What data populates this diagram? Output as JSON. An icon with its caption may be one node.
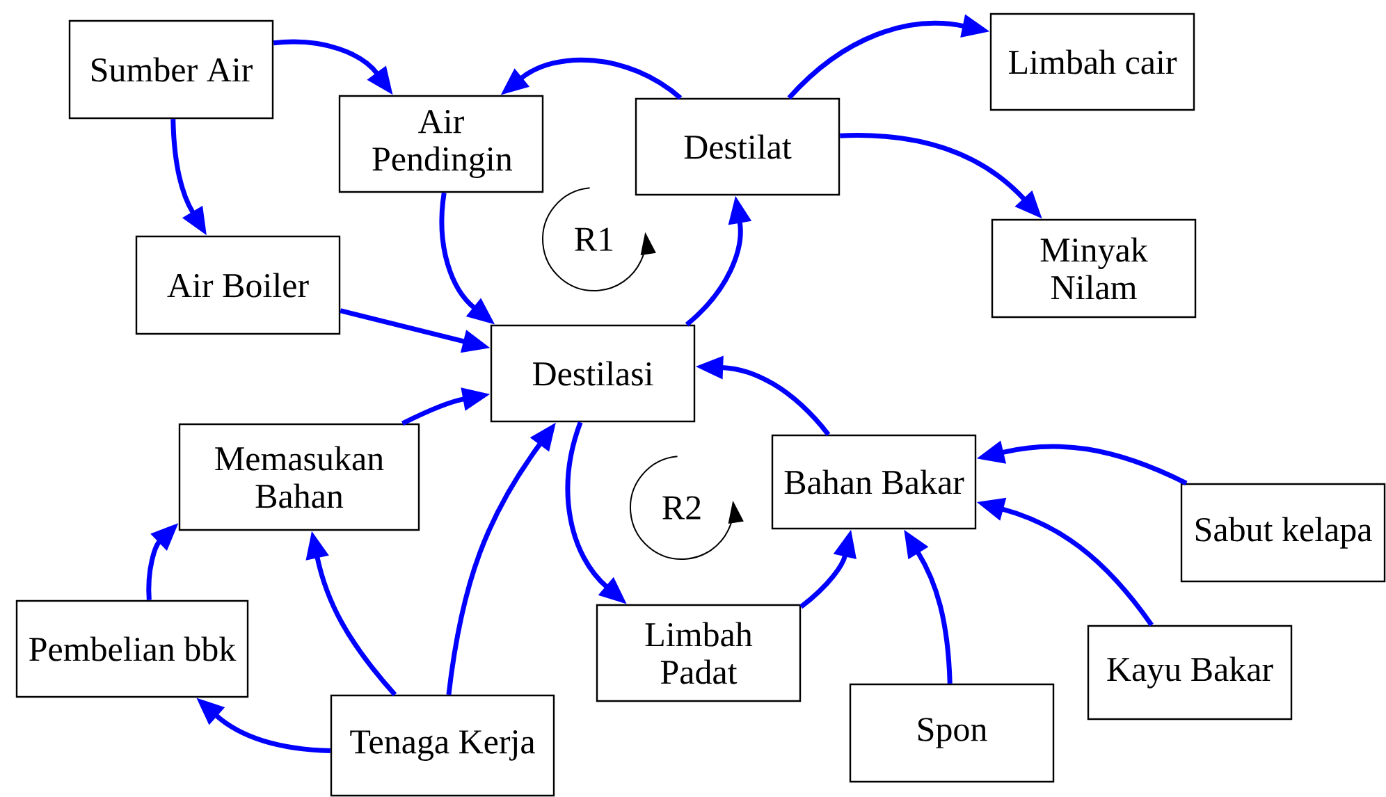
{
  "diagram": {
    "nodes": [
      {
        "text": [
          "Sumber Air"
        ]
      },
      {
        "text": [
          "Air Pendingin"
        ]
      },
      {
        "text": [
          "Destilat"
        ]
      },
      {
        "text": [
          "Limbah cair"
        ]
      },
      {
        "text": [
          "Minyak Nilam"
        ]
      },
      {
        "text": [
          "Air Boiler"
        ]
      },
      {
        "text": [
          "Destilasi"
        ]
      },
      {
        "text": [
          "Memasukan Bahan"
        ]
      },
      {
        "text": [
          "Bahan Bakar"
        ]
      },
      {
        "text": [
          "Sabut kelapa"
        ]
      },
      {
        "text": [
          "Pembelian bbk"
        ]
      },
      {
        "text": [
          "Limbah Padat"
        ]
      },
      {
        "text": [
          "Kayu Bakar"
        ]
      },
      {
        "text": [
          "Spon"
        ]
      },
      {
        "text": [
          "Tenaga Kerja"
        ]
      }
    ],
    "edges": [
      {
        "from": 0,
        "to": 1,
        "arrow": "to"
      },
      {
        "from": 0,
        "to": 5,
        "arrow": "to"
      },
      {
        "from": 2,
        "to": 1,
        "arrow": "to"
      },
      {
        "from": 2,
        "to": 3,
        "arrow": "to"
      },
      {
        "from": 2,
        "to": 4,
        "arrow": "to"
      },
      {
        "from": 1,
        "to": 6,
        "arrow": "to"
      },
      {
        "from": 5,
        "to": 6,
        "arrow": "to"
      },
      {
        "from": 7,
        "to": 6,
        "arrow": "to"
      },
      {
        "from": 14,
        "to": 6,
        "arrow": "to"
      },
      {
        "from": 6,
        "to": 2,
        "arrow": "to"
      },
      {
        "from": 8,
        "to": 6,
        "arrow": "to"
      },
      {
        "from": 6,
        "to": 11,
        "arrow": "to"
      },
      {
        "from": 11,
        "to": 8,
        "arrow": "to"
      },
      {
        "from": 13,
        "to": 8,
        "arrow": "to"
      },
      {
        "from": 12,
        "to": 8,
        "arrow": "to"
      },
      {
        "from": 9,
        "to": 8,
        "arrow": "to"
      },
      {
        "from": 14,
        "to": 7,
        "arrow": "to"
      },
      {
        "from": 14,
        "to": 10,
        "arrow": "to"
      },
      {
        "from": 10,
        "to": 7,
        "arrow": "to"
      }
    ],
    "labels": [
      "R1",
      "R2"
    ]
  }
}
